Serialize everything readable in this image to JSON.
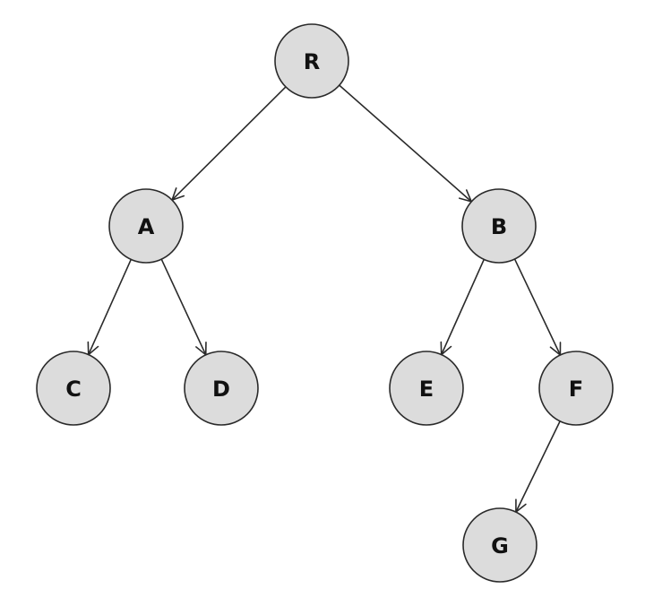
{
  "diagram": {
    "type": "tree",
    "colors": {
      "node_fill": "#dcdcdc",
      "node_stroke": "#2a2a2a",
      "edge": "#2a2a2a",
      "label": "#111111"
    },
    "nodes": [
      {
        "id": "R",
        "label": "R"
      },
      {
        "id": "A",
        "label": "A"
      },
      {
        "id": "B",
        "label": "B"
      },
      {
        "id": "C",
        "label": "C"
      },
      {
        "id": "D",
        "label": "D"
      },
      {
        "id": "E",
        "label": "E"
      },
      {
        "id": "F",
        "label": "F"
      },
      {
        "id": "G",
        "label": "G"
      }
    ],
    "edges": [
      {
        "from": "R",
        "to": "A"
      },
      {
        "from": "R",
        "to": "B"
      },
      {
        "from": "A",
        "to": "C"
      },
      {
        "from": "A",
        "to": "D"
      },
      {
        "from": "B",
        "to": "E"
      },
      {
        "from": "B",
        "to": "F"
      },
      {
        "from": "F",
        "to": "G"
      }
    ]
  }
}
